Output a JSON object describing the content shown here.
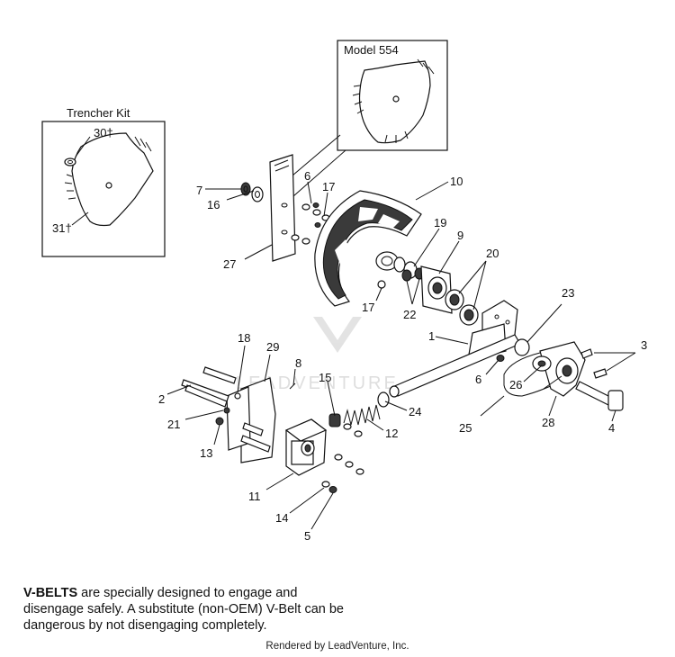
{
  "insets": {
    "trencher_title": "Trencher Kit",
    "model_title": "Model 554"
  },
  "watermark": "LEADVENTURE",
  "callouts": {
    "c1": "1",
    "c2": "2",
    "c3": "3",
    "c4": "4",
    "c5": "5",
    "c6a": "6",
    "c6b": "6",
    "c7": "7",
    "c8": "8",
    "c9": "9",
    "c10": "10",
    "c11": "11",
    "c12": "12",
    "c13": "13",
    "c14": "14",
    "c15": "15",
    "c16": "16",
    "c17a": "17",
    "c17b": "17",
    "c18": "18",
    "c19": "19",
    "c20": "20",
    "c21": "21",
    "c22": "22",
    "c23": "23",
    "c24": "24",
    "c25": "25",
    "c26": "26",
    "c27": "27",
    "c28": "28",
    "c29": "29",
    "c30": "30†",
    "c31": "31†"
  },
  "note": {
    "bold": "V-BELTS",
    "rest": " are specially designed to engage and disengage safely. A substitute (non-OEM) V-Belt can be dangerous by not disengaging completely."
  },
  "footer": "Rendered by LeadVenture, Inc."
}
